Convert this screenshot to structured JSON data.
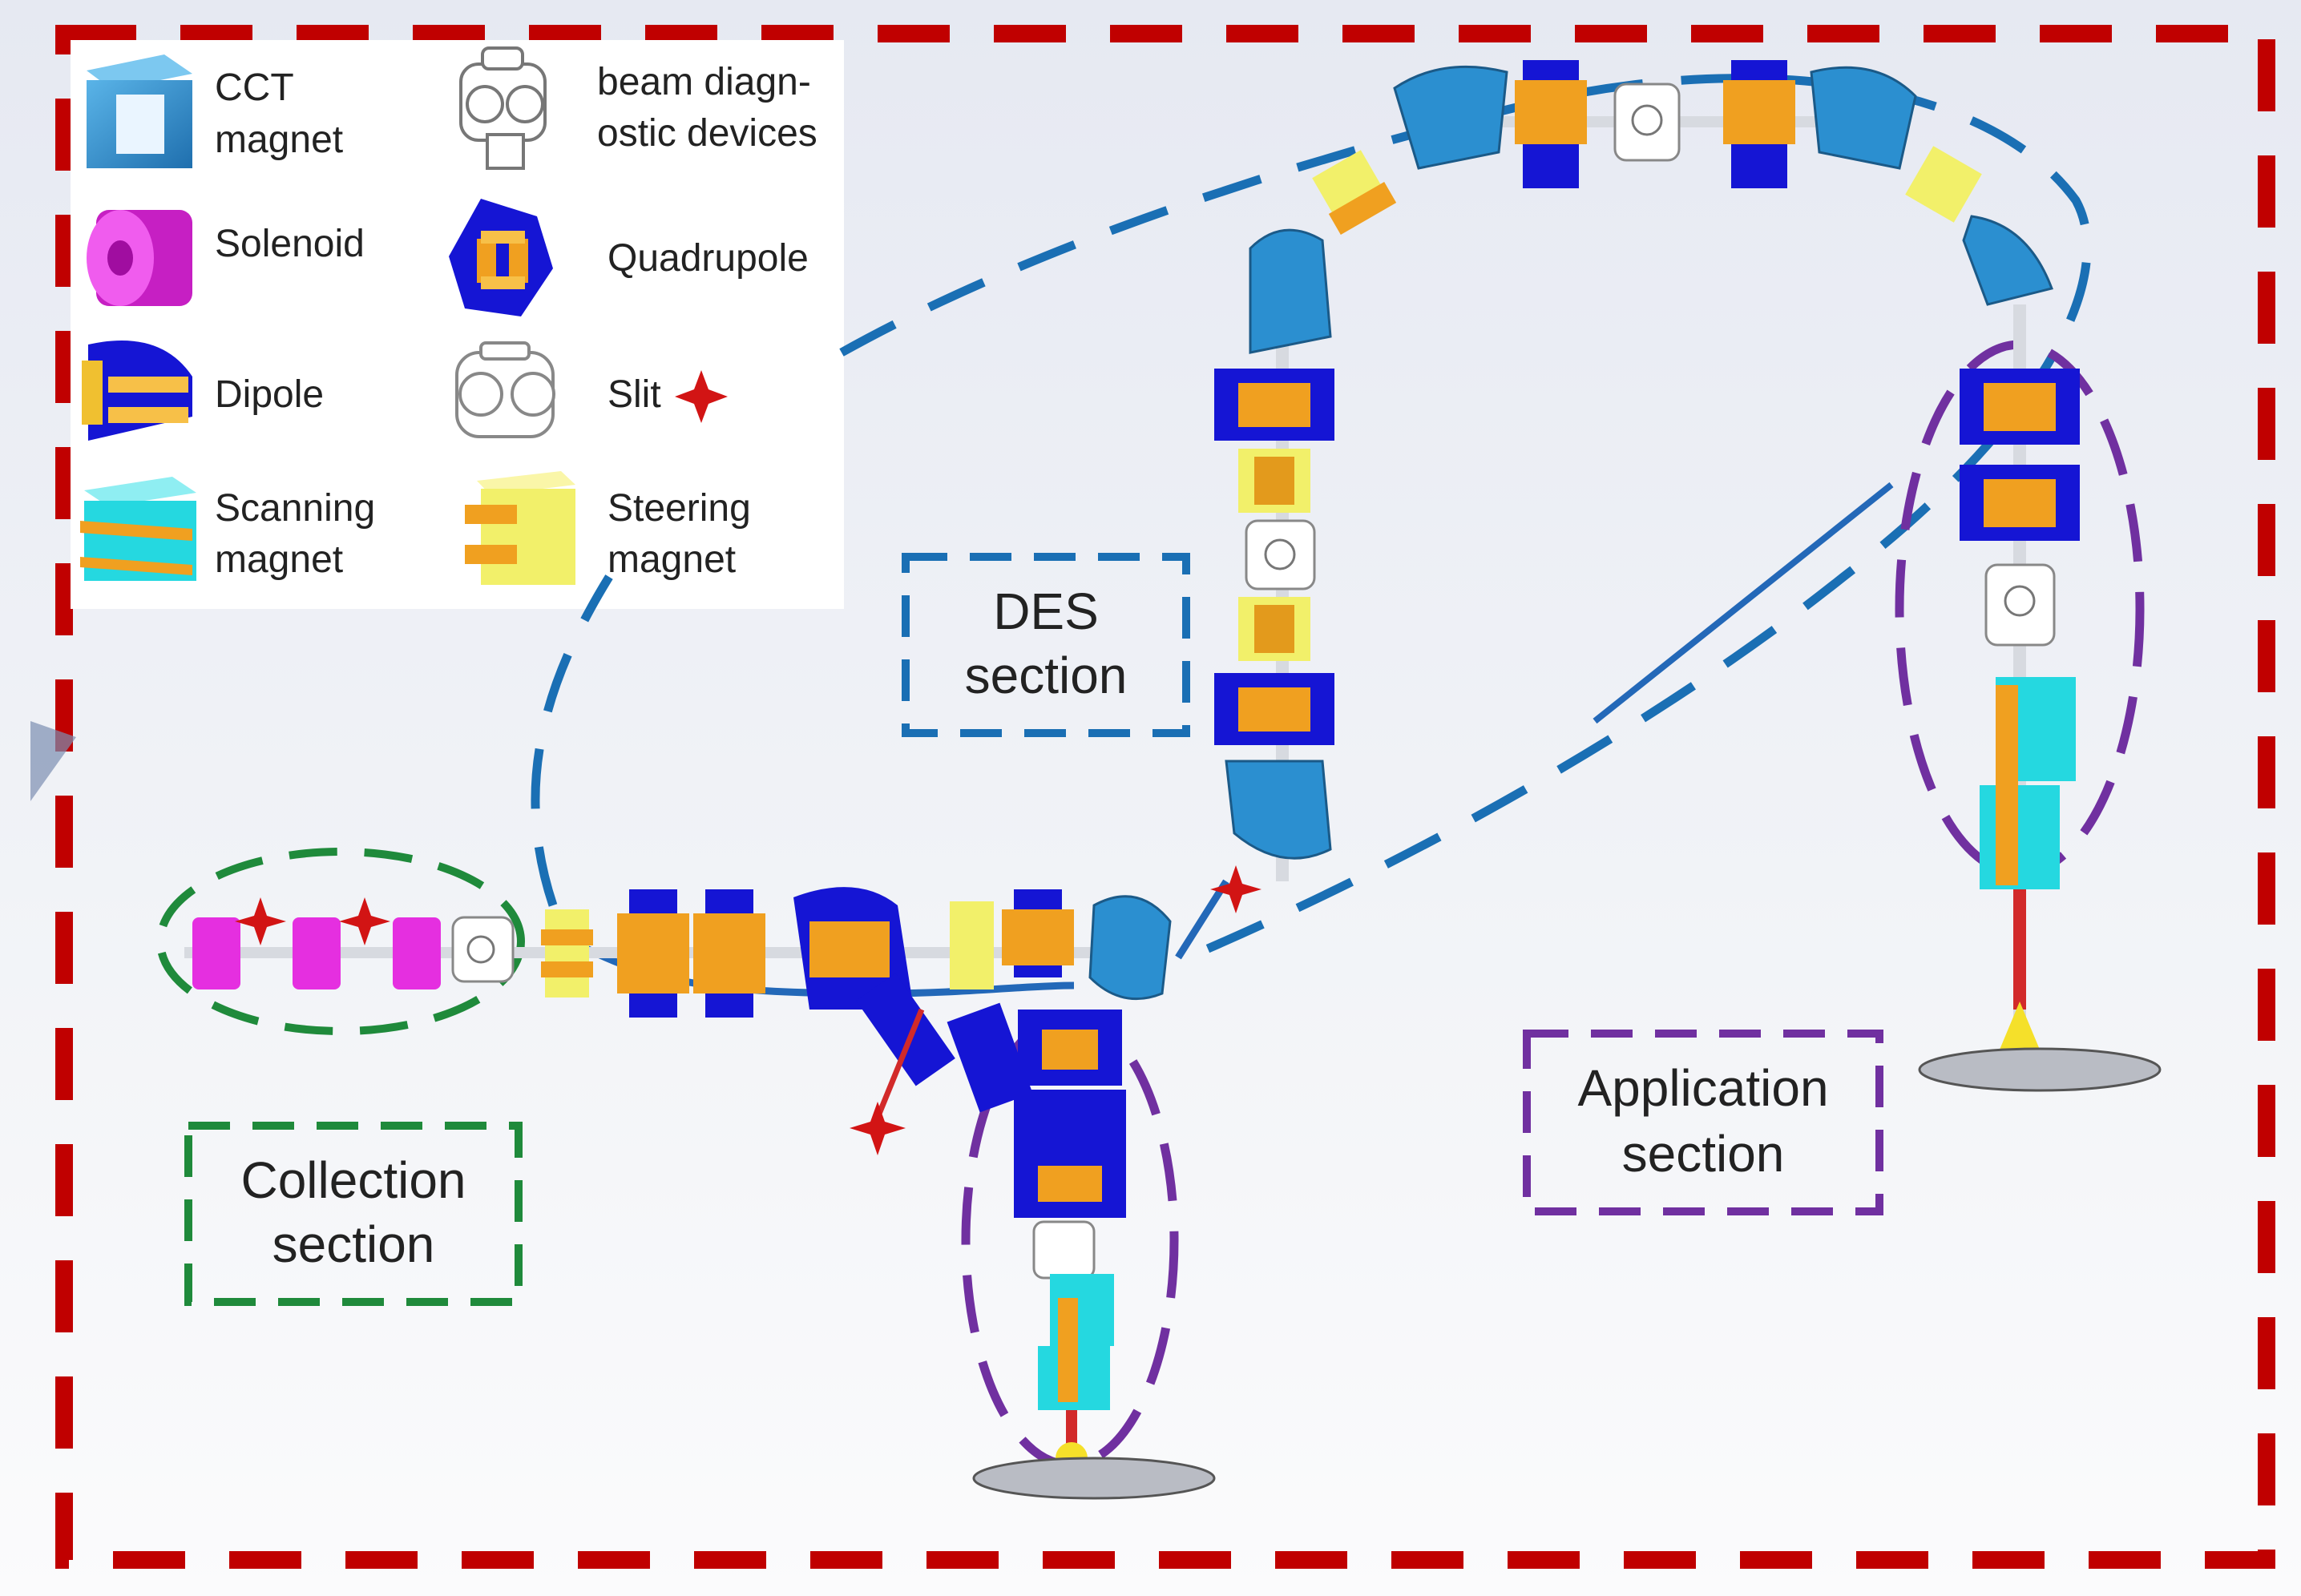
{
  "legend": {
    "items": [
      {
        "id": "cct",
        "lines": [
          "CCT",
          "magnet"
        ]
      },
      {
        "id": "beam-diag",
        "lines": [
          "beam diagn-",
          "ostic devices"
        ]
      },
      {
        "id": "solenoid",
        "lines": [
          "Solenoid"
        ]
      },
      {
        "id": "quadrupole",
        "lines": [
          "Quadrupole"
        ]
      },
      {
        "id": "dipole",
        "lines": [
          "Dipole"
        ]
      },
      {
        "id": "slit",
        "lines": [
          "Slit"
        ]
      },
      {
        "id": "scanning",
        "lines": [
          "Scanning",
          "magnet"
        ]
      },
      {
        "id": "steering",
        "lines": [
          "Steering",
          "magnet"
        ]
      }
    ]
  },
  "sections": {
    "des": [
      "DES",
      "section"
    ],
    "collection": [
      "Collection",
      "section"
    ],
    "application": [
      "Application",
      "section"
    ]
  },
  "colors": {
    "frame": "#c00000",
    "des": "#1a6fb4",
    "collection": "#1f8a3b",
    "application": "#7030a0",
    "cct": "#2b8fd0",
    "quadrupole": "#1515d4",
    "quad_pole": "#f0a020",
    "solenoid": "#e52fe0",
    "steering": "#f2f06a",
    "scanning": "#25d8e0",
    "slit": "#d21414",
    "beam": "#2368b8",
    "beam_line": "#d22a2a"
  }
}
